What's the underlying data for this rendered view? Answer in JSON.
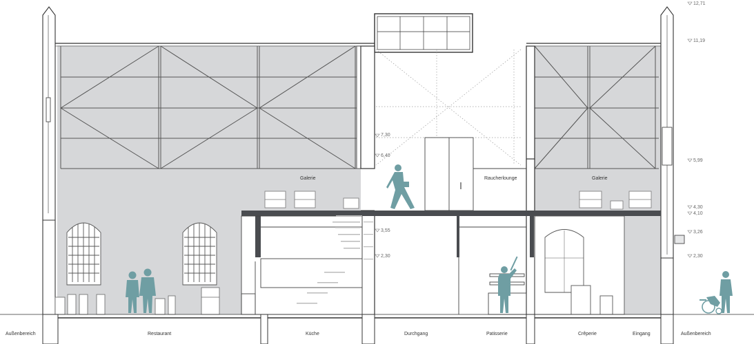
{
  "drawing": {
    "colors": {
      "wall_fill": "#d6d7d9",
      "line": "#333333",
      "floor_slab": "#4a4c50",
      "figure": "#6f9ea3"
    },
    "room_labels": {
      "galerie_left": "Galerie",
      "raucherlounge": "Raucherlounge",
      "galerie_right": "Galerie",
      "aussenbereich_left": "Außenbereich",
      "restaurant": "Restaurant",
      "kueche": "Küche",
      "durchgang": "Durchgang",
      "patisserie": "Patisserie",
      "creperie": "Crêperie",
      "eingang": "Eingang",
      "aussenbereich_right": "Außenbereich"
    },
    "levels_center": {
      "l730": "7,30",
      "l640": "6,40",
      "l355": "3,55",
      "l230": "2,30"
    },
    "levels_right": {
      "l1271": "12,71",
      "l1119": "11,19",
      "l599": "5,99",
      "l430": "4,30",
      "l410": "4,10",
      "l326": "3,26",
      "l230": "2,30"
    }
  }
}
